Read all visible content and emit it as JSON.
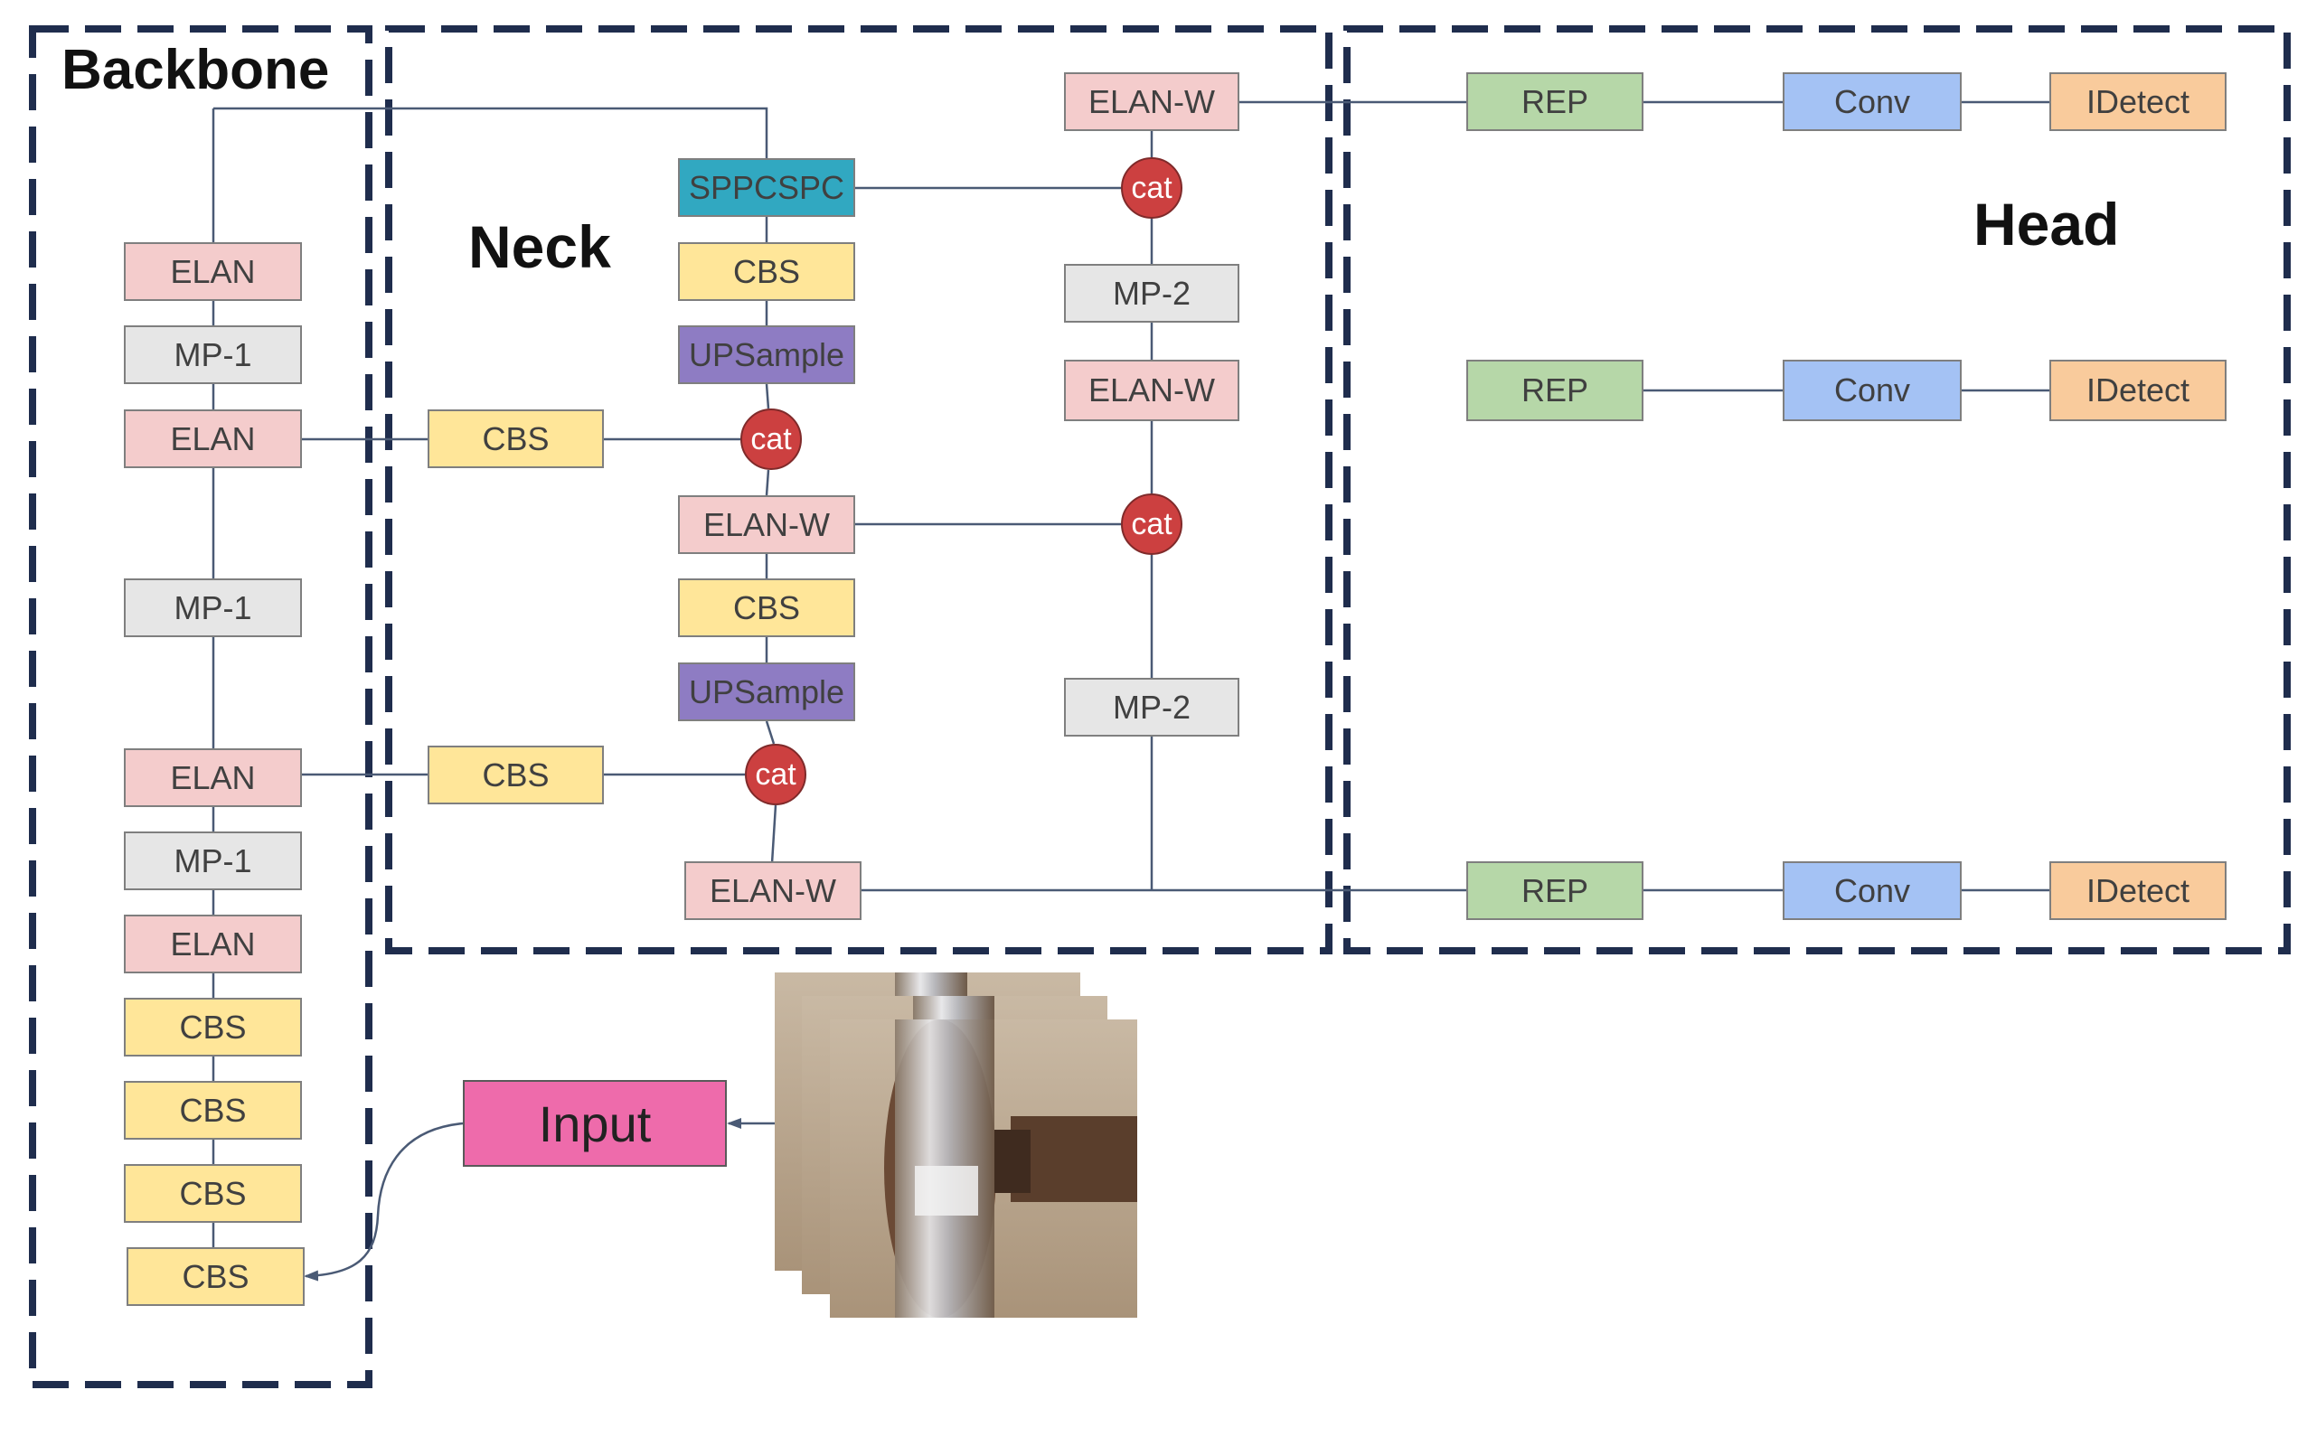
{
  "sections": {
    "backbone": "Backbone",
    "neck": "Neck",
    "head": "Head"
  },
  "backbone": {
    "elan_1": "ELAN",
    "mp1_1": "MP-1",
    "elan_2": "ELAN",
    "mp1_2": "MP-1",
    "elan_3": "ELAN",
    "mp1_3": "MP-1",
    "elan_4": "ELAN",
    "cbs_1": "CBS",
    "cbs_2": "CBS",
    "cbs_3": "CBS",
    "cbs_4": "CBS"
  },
  "neck": {
    "sppcspc": "SPPCSPC",
    "cbs_top": "CBS",
    "upsample_1": "UPSample",
    "cbs_lateral_1": "CBS",
    "cat_1": "cat",
    "elanw_mid": "ELAN-W",
    "cbs_mid": "CBS",
    "upsample_2": "UPSample",
    "cbs_lateral_2": "CBS",
    "cat_2": "cat",
    "elanw_bottom": "ELAN-W",
    "elanw_top_right": "ELAN-W",
    "cat_top_right": "cat",
    "mp2_top": "MP-2",
    "elanw_right_mid": "ELAN-W",
    "cat_right_mid": "cat",
    "mp2_bottom": "MP-2"
  },
  "head": {
    "rows": [
      {
        "rep": "REP",
        "conv": "Conv",
        "detect": "IDetect"
      },
      {
        "rep": "REP",
        "conv": "Conv",
        "detect": "IDetect"
      },
      {
        "rep": "REP",
        "conv": "Conv",
        "detect": "IDetect"
      }
    ]
  },
  "input": {
    "label": "Input"
  },
  "colors": {
    "frame": "#1f2d4d",
    "elan": "#f4cccc",
    "mp": "#e6e6e6",
    "cbs": "#ffe699",
    "upsample": "#8e7cc3",
    "sppcspc": "#31a8c1",
    "rep": "#b6d7a8",
    "conv": "#a4c2f4",
    "idetect": "#f9cb9c",
    "cat": "#cc4040",
    "input": "#ee6bab"
  }
}
